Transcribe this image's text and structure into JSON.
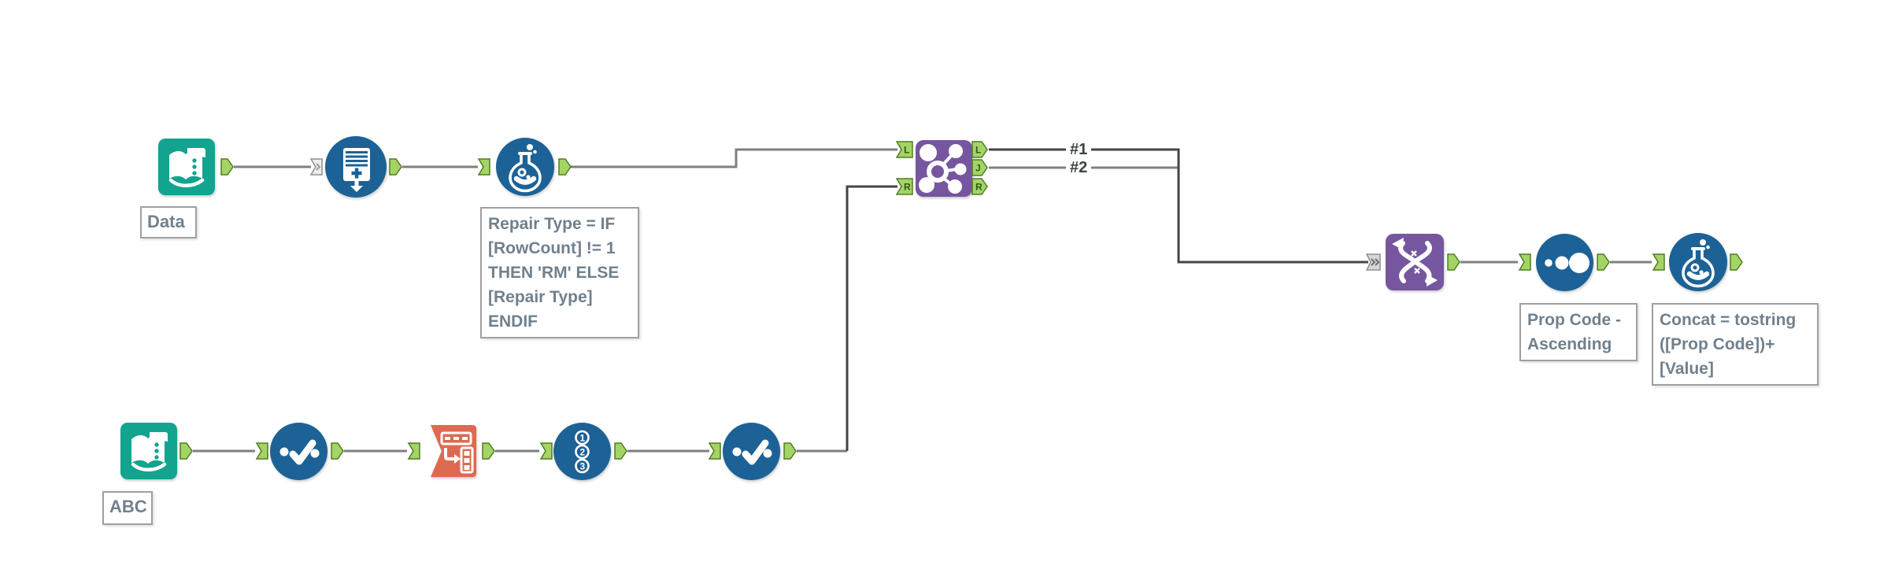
{
  "colors": {
    "canvas_bg": "#ffffff",
    "inout_teal": "#12a48e",
    "preparation_blue": "#1d6296",
    "join_purple": "#75569f",
    "transform_orange": "#dd6a50",
    "anchor_green": "#a4d465",
    "anchor_green_border": "#4e7d22",
    "anchor_grey": "#dedede",
    "wire_grey": "#7f7f7f",
    "wire_dark": "#454545",
    "annotation_text": "#71808c",
    "annotation_border": "#9f9f9f",
    "connection_label_text": "#3c4043"
  },
  "workflow": {
    "tools": {
      "input_data_top": {
        "icon": "input-data-icon",
        "annotation": "Data"
      },
      "generate_rows": {
        "icon": "generate-rows-icon"
      },
      "formula_top": {
        "icon": "formula-icon",
        "annotation": "Repair Type = IF\n[RowCount] != 1\nTHEN 'RM' ELSE\n[Repair Type]\nENDIF"
      },
      "join": {
        "icon": "join-icon",
        "anchors": {
          "in_left": "L",
          "in_right": "R",
          "out_left": "L",
          "out_join": "J",
          "out_right": "R"
        }
      },
      "union": {
        "icon": "union-icon"
      },
      "sort": {
        "icon": "sort-icon",
        "annotation": "Prop Code -\nAscending"
      },
      "formula_output": {
        "icon": "formula-icon",
        "annotation": "Concat = tostring\n([Prop Code])+\n[Value]"
      },
      "input_data_bottom": {
        "icon": "input-data-icon",
        "annotation": "ABC"
      },
      "select_1": {
        "icon": "select-icon"
      },
      "transpose": {
        "icon": "transpose-icon"
      },
      "record_id": {
        "icon": "record-id-icon",
        "digits": [
          "1",
          "2",
          "3"
        ]
      },
      "select_2": {
        "icon": "select-icon"
      }
    },
    "connection_labels": {
      "join_out_left": "#1",
      "join_out_join": "#2"
    }
  }
}
